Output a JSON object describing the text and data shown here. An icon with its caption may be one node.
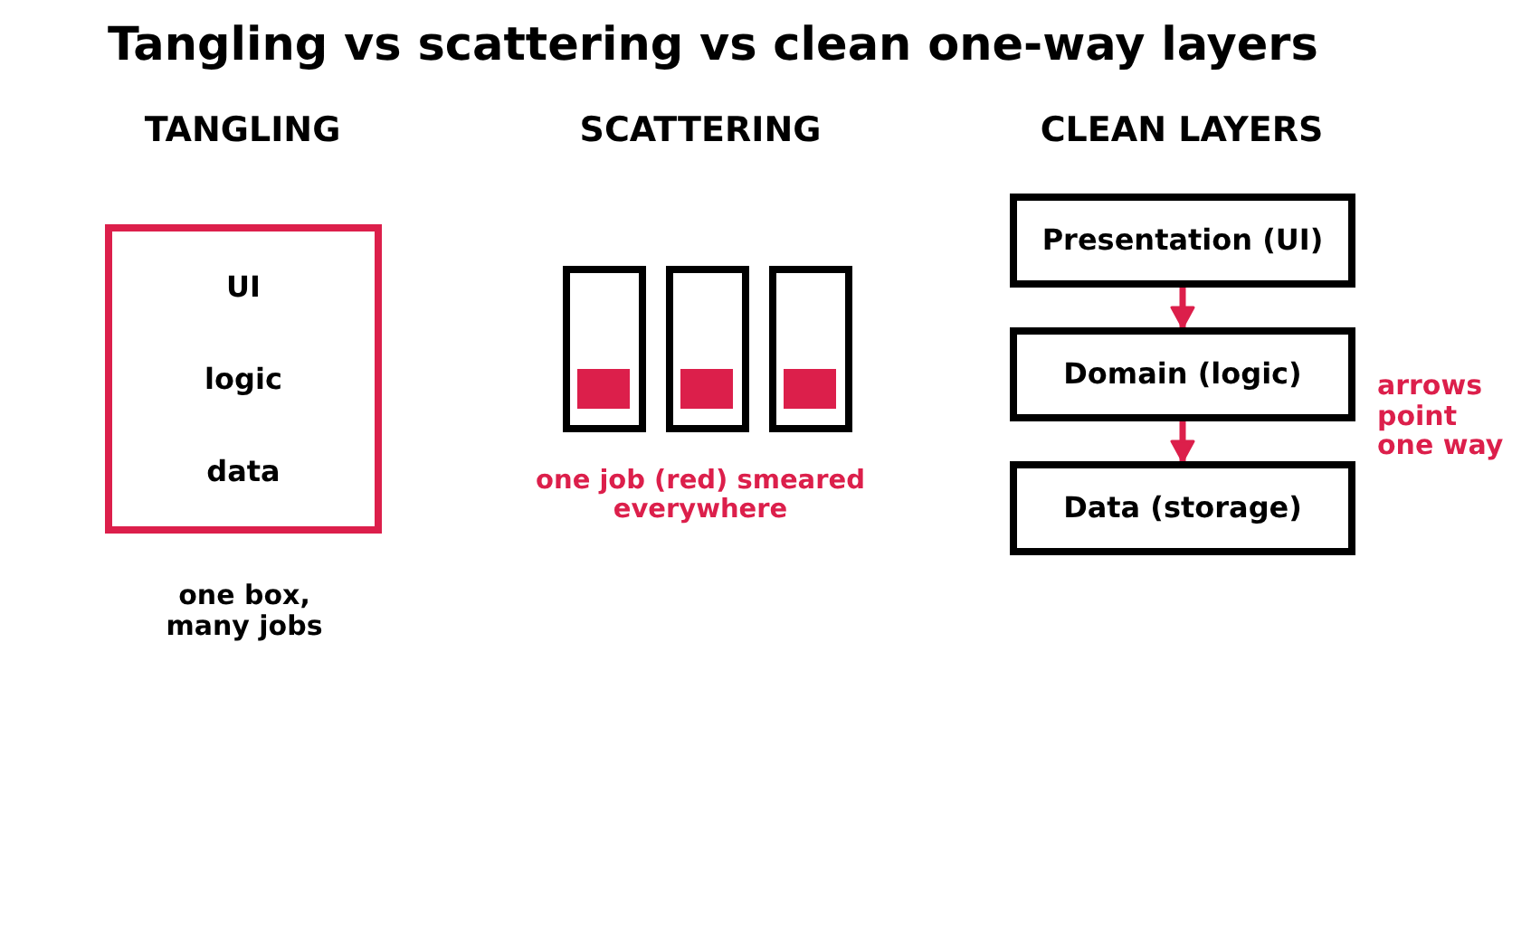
{
  "diagram": {
    "title": "Tangling vs scattering vs clean one-way layers",
    "nodes": [
      {
        "text": [
          "UI",
          "logic",
          "data"
        ],
        "beside": [
          "one box, many jobs"
        ]
      },
      {
        "text": [],
        "shape": "box"
      },
      {
        "text": [],
        "shape": "box"
      },
      {
        "text": [],
        "shape": "box"
      },
      {
        "text": [],
        "shape": "bar",
        "in": 1
      },
      {
        "text": [],
        "shape": "bar",
        "in": 2
      },
      {
        "text": [],
        "shape": "bar",
        "in": 3
      },
      {
        "text": [
          "Presentation (UI)"
        ]
      },
      {
        "text": [
          "Domain (logic)"
        ]
      },
      {
        "text": [
          "Data (storage)"
        ]
      }
    ],
    "edges": [
      {
        "from": 7,
        "to": 8,
        "arrow": "to"
      },
      {
        "from": 8,
        "to": 9,
        "arrow": "to"
      }
    ],
    "labels": [
      "TANGLING",
      "SCATTERING",
      "CLEAN LAYERS",
      "one job (red) smeared everywhere",
      "arrows point one way"
    ]
  }
}
